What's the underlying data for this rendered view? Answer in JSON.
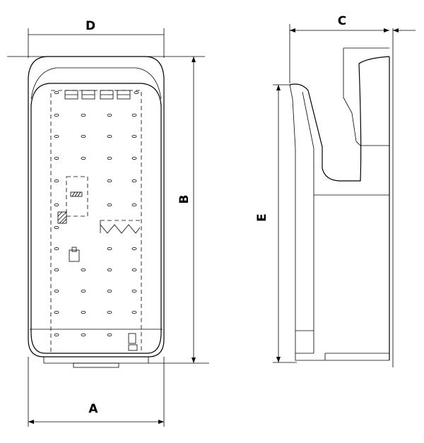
{
  "dimensions": {
    "A": "A",
    "B": "B",
    "C": "C",
    "D": "D",
    "E": "E"
  }
}
